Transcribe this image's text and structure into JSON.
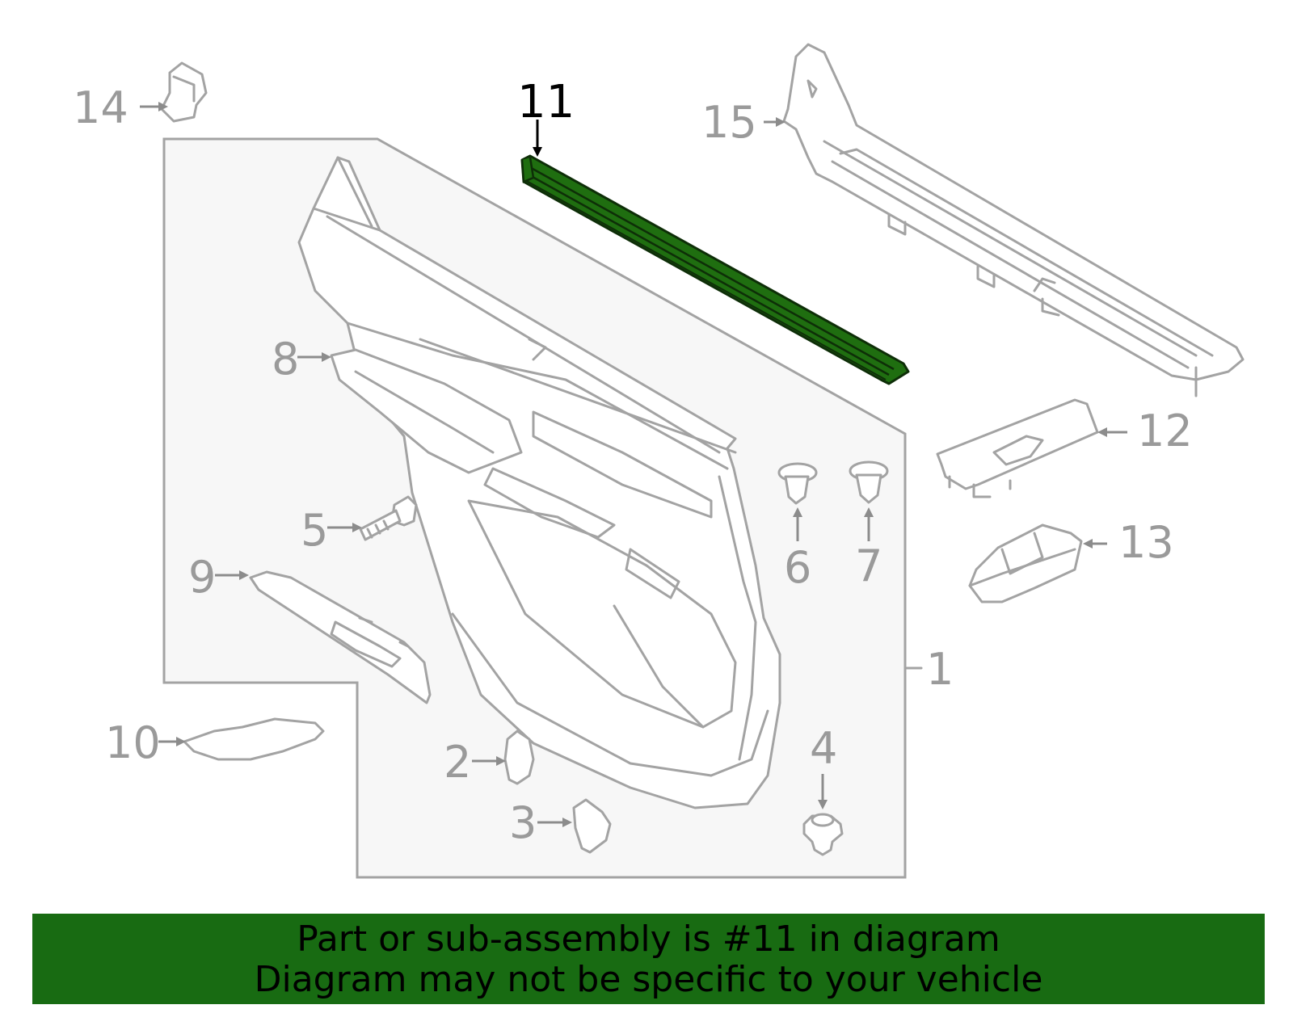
{
  "diagram": {
    "highlight_color": "#1f6e10",
    "line_color": "#a3a3a3",
    "callouts": {
      "c1": "1",
      "c2": "2",
      "c3": "3",
      "c4": "4",
      "c5": "5",
      "c6": "6",
      "c7": "7",
      "c8": "8",
      "c9": "9",
      "c10": "10",
      "c11": "11",
      "c12": "12",
      "c13": "13",
      "c14": "14",
      "c15": "15"
    },
    "highlighted_part": "11"
  },
  "banner": {
    "line1": "Part or sub-assembly is #11 in diagram",
    "line2": "Diagram may not be specific to your vehicle",
    "background": "#186b12"
  }
}
